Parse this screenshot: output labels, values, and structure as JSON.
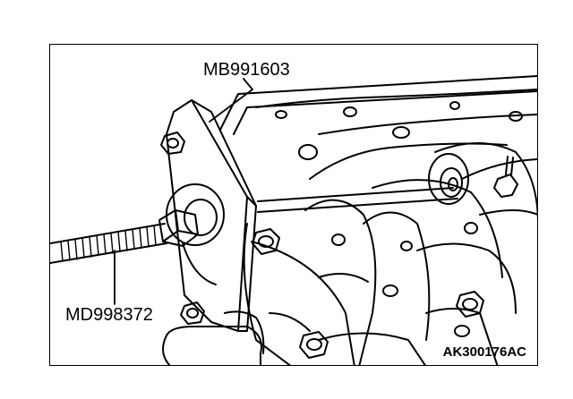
{
  "callouts": {
    "top": "MB991603",
    "left": "MD998372"
  },
  "figure_id": "AK300176AC",
  "colors": {
    "ink": "#000000",
    "paper": "#ffffff"
  },
  "icons": [
    "bolt-icon"
  ]
}
